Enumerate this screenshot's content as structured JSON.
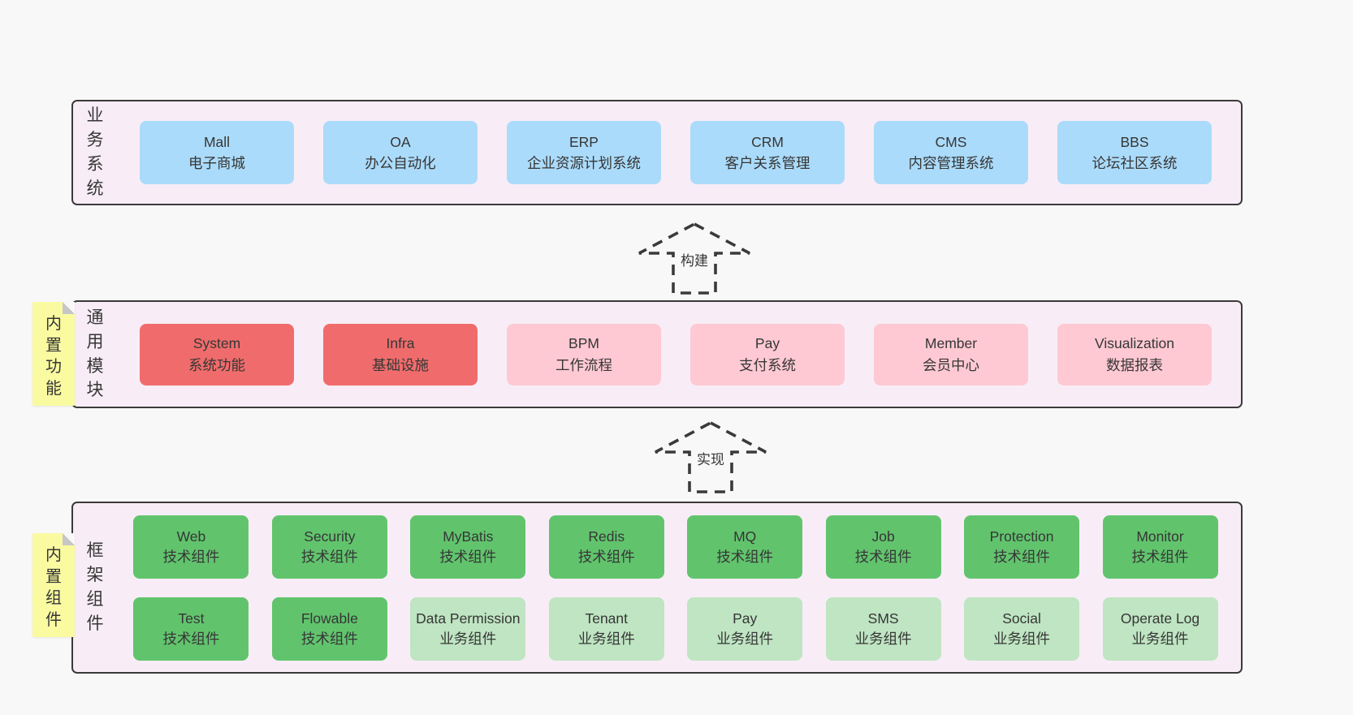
{
  "colors": {
    "page_bg": "#f8f8f8",
    "band_bg": "#f8edf6",
    "band_border": "#3a3a3a",
    "blue": "#abdbfa",
    "red": "#f06c6c",
    "pink": "#fec9d3",
    "green": "#61c46d",
    "light_green": "#bfe5c2",
    "note_yellow": "#fafaa1",
    "note_fold": "#c6c6c6",
    "text": "#363636",
    "arrow": "#3a3a3a"
  },
  "bands": [
    {
      "label": "业务系统",
      "boxes": [
        {
          "title": "Mall",
          "subtitle": "电子商城",
          "variant": "blue"
        },
        {
          "title": "OA",
          "subtitle": "办公自动化",
          "variant": "blue"
        },
        {
          "title": "ERP",
          "subtitle": "企业资源计划系统",
          "variant": "blue"
        },
        {
          "title": "CRM",
          "subtitle": "客户关系管理",
          "variant": "blue"
        },
        {
          "title": "CMS",
          "subtitle": "内容管理系统",
          "variant": "blue"
        },
        {
          "title": "BBS",
          "subtitle": "论坛社区系统",
          "variant": "blue"
        }
      ]
    },
    {
      "label": "通用模块",
      "note": "内置功能",
      "boxes": [
        {
          "title": "System",
          "subtitle": "系统功能",
          "variant": "red"
        },
        {
          "title": "Infra",
          "subtitle": "基础设施",
          "variant": "red"
        },
        {
          "title": "BPM",
          "subtitle": "工作流程",
          "variant": "pink"
        },
        {
          "title": "Pay",
          "subtitle": "支付系统",
          "variant": "pink"
        },
        {
          "title": "Member",
          "subtitle": "会员中心",
          "variant": "pink"
        },
        {
          "title": "Visualization",
          "subtitle": "数据报表",
          "variant": "pink"
        }
      ]
    },
    {
      "label": "框架组件",
      "note": "内置组件",
      "rows": [
        [
          {
            "title": "Web",
            "subtitle": "技术组件",
            "variant": "green"
          },
          {
            "title": "Security",
            "subtitle": "技术组件",
            "variant": "green"
          },
          {
            "title": "MyBatis",
            "subtitle": "技术组件",
            "variant": "green"
          },
          {
            "title": "Redis",
            "subtitle": "技术组件",
            "variant": "green"
          },
          {
            "title": "MQ",
            "subtitle": "技术组件",
            "variant": "green"
          },
          {
            "title": "Job",
            "subtitle": "技术组件",
            "variant": "green"
          },
          {
            "title": "Protection",
            "subtitle": "技术组件",
            "variant": "green"
          },
          {
            "title": "Monitor",
            "subtitle": "技术组件",
            "variant": "green"
          }
        ],
        [
          {
            "title": "Test",
            "subtitle": "技术组件",
            "variant": "green"
          },
          {
            "title": "Flowable",
            "subtitle": "技术组件",
            "variant": "green"
          },
          {
            "title": "Data Permission",
            "subtitle": "业务组件",
            "variant": "light_green"
          },
          {
            "title": "Tenant",
            "subtitle": "业务组件",
            "variant": "light_green"
          },
          {
            "title": "Pay",
            "subtitle": "业务组件",
            "variant": "light_green"
          },
          {
            "title": "SMS",
            "subtitle": "业务组件",
            "variant": "light_green"
          },
          {
            "title": "Social",
            "subtitle": "业务组件",
            "variant": "light_green"
          },
          {
            "title": "Operate Log",
            "subtitle": "业务组件",
            "variant": "light_green"
          }
        ]
      ]
    }
  ],
  "arrows": [
    {
      "label": "构建"
    },
    {
      "label": "实现"
    }
  ]
}
